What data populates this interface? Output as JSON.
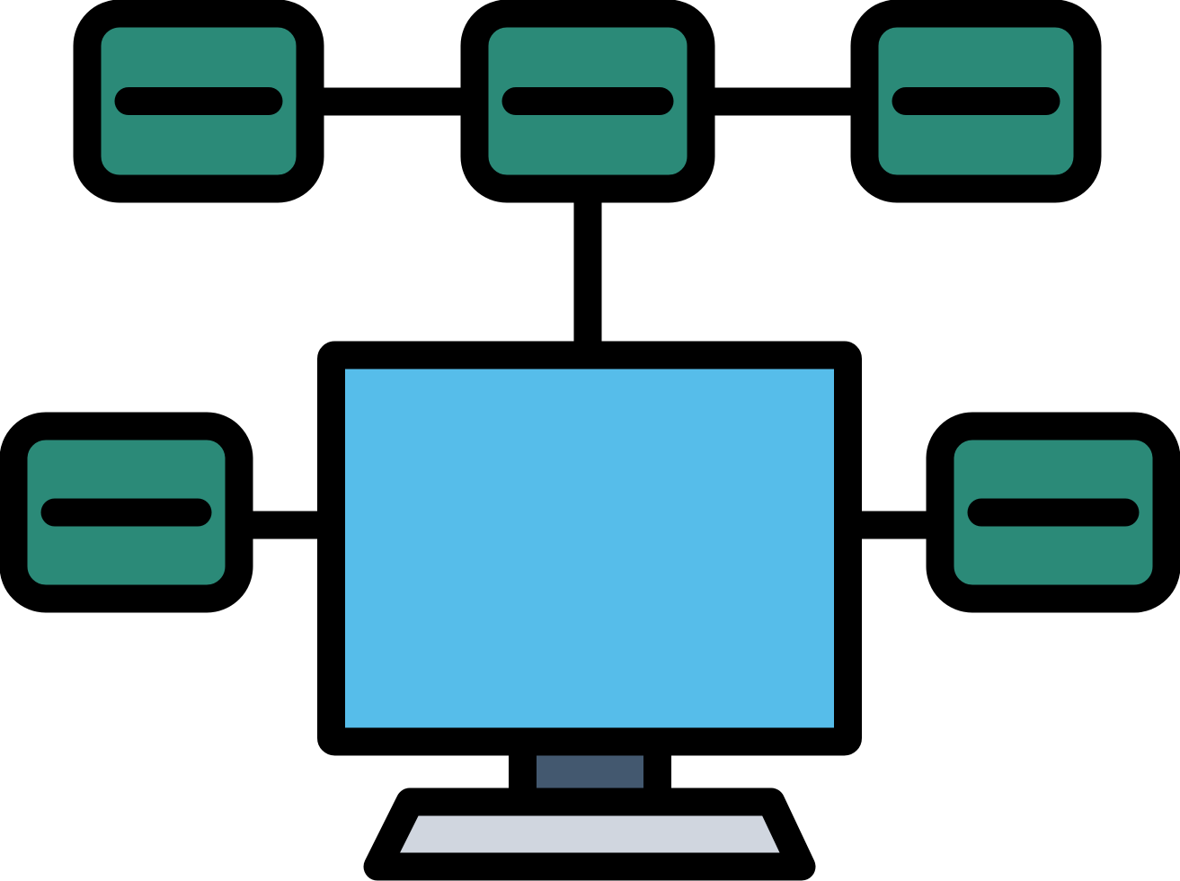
{
  "icon": {
    "name": "network-computer-icon",
    "colors": {
      "outline": "#000000",
      "node_fill": "#2b8a78",
      "screen_fill": "#56bdea",
      "stand_neck_fill": "#43586f",
      "base_fill": "#d0d6df",
      "background": "#ffffff"
    },
    "nodes": [
      {
        "name": "node-top-left"
      },
      {
        "name": "node-top-center"
      },
      {
        "name": "node-top-right"
      },
      {
        "name": "node-middle-left"
      },
      {
        "name": "node-middle-right"
      }
    ]
  }
}
